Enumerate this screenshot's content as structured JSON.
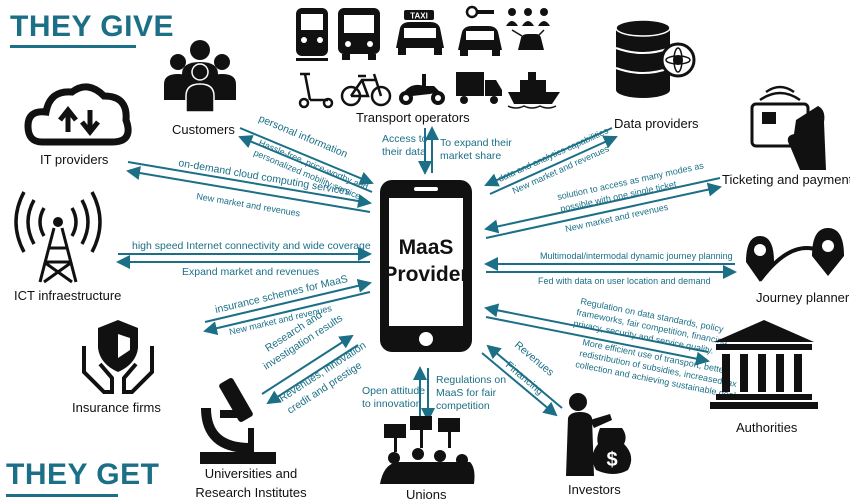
{
  "header_give": "THEY GIVE",
  "header_get": "THEY GET",
  "center": {
    "line1": "MaaS",
    "line2": "Provider"
  },
  "actors": {
    "customers": "Customers",
    "transport": "Transport operators",
    "data_providers": "Data providers",
    "it_providers": "IT providers",
    "ticketing": "Ticketing and payment",
    "ict": "ICT infraestructure",
    "journey": "Journey planner",
    "insurance": "Insurance firms",
    "authorities": "Authorities",
    "universities_1": "Universities and",
    "universities_2": "Research Institutes",
    "unions": "Unions",
    "investors": "Investors"
  },
  "flows": {
    "customers_give": "personal information",
    "customers_get_1": "Hassle-free, price-worthy and",
    "customers_get_2": "personalized mobility service",
    "transport_give_1": "Access to",
    "transport_give_2": "their data",
    "transport_get_1": "To expand their",
    "transport_get_2": "market share",
    "data_give": "data and analytics capabilities",
    "data_get": "New market and revenues",
    "ticket_give_1": "solution to access as many modes as",
    "ticket_give_2": "possible with one single ticket",
    "ticket_get": "New market and revenues",
    "it_give": "on-demand cloud computing services",
    "it_get": "New market and revenues",
    "ict_give": "high speed Internet connectivity and wide coverage",
    "ict_get": "Expand market and revenues",
    "journey_give": "Multimodal/intermodal dynamic journey planning",
    "journey_get": "Fed with data on user location and demand",
    "insurance_give": "insurance schemes for MaaS",
    "insurance_get": "New market and revenues",
    "auth_give_1": "Regulation on data standards, policy",
    "auth_give_2": "frameworks, fair competition, financing,",
    "auth_give_3": "privacy, security and service quality.",
    "auth_get_1": "More efficient use of transport, better",
    "auth_get_2": "redistribution of subsidies, increased tax",
    "auth_get_3": "collection and achieving sustainable goals",
    "univ_give_1": "Research and",
    "univ_give_2": "investigation results",
    "univ_get_1": "Revenues, innovation",
    "univ_get_2": "credit and prestige",
    "unions_give_1": "Open attitude",
    "unions_give_2": "to innovation",
    "unions_get_1": "Regulations on",
    "unions_get_2": "MaaS for fair",
    "unions_get_3": "competition",
    "investors_give": "Financing",
    "investors_get": "Revenues"
  },
  "taxi_sign": "TAXI",
  "colors": {
    "teal": "#1b6f86",
    "icon": "#111111"
  }
}
